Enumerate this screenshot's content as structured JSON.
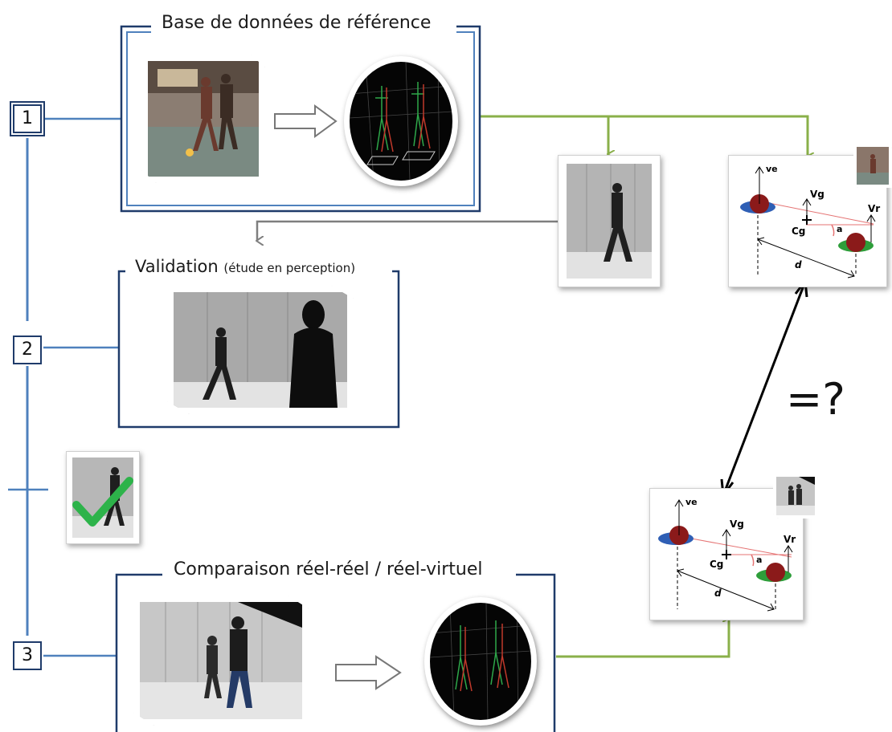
{
  "steps": {
    "step1": {
      "number": "1",
      "title": "Base de données de référence"
    },
    "step2": {
      "number": "2",
      "title": "Validation",
      "subtitle": "(étude en perception)"
    },
    "step3": {
      "number": "3",
      "title": "Comparaison réel-réel / réel-virtuel"
    }
  },
  "diagram_labels": {
    "ve": "ve",
    "vg": "Vg",
    "vr": "Vr",
    "cg": "Cg",
    "angle": "a",
    "distance": "d"
  },
  "question": "=?",
  "colors": {
    "frame_blue": "#1f3b6a",
    "line_blue": "#4f81bd",
    "green": "#8ab04a",
    "gray_arrow": "#7f7f7f",
    "check_green": "#2db34a"
  }
}
